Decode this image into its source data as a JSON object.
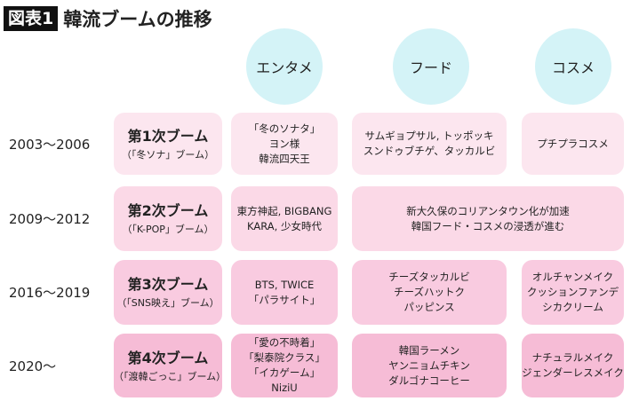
{
  "title": {
    "badge": "図表1",
    "text": "韓流ブームの推移"
  },
  "categories": [
    "エンタメ",
    "フード",
    "コスメ"
  ],
  "rows": [
    {
      "year": "2003〜2006",
      "boom": "第1次ブーム",
      "sub": "（「冬ソナ」ブーム）",
      "entame": [
        "「冬のソナタ」",
        "ヨン様",
        "韓流四天王"
      ],
      "food": [
        "サムギョプサル, トッポッキ",
        "スンドゥブチゲ、タッカルビ"
      ],
      "cosme": [
        "プチプラコスメ"
      ],
      "color": "#fce6ef"
    },
    {
      "year": "2009〜2012",
      "boom": "第2次ブーム",
      "sub": "（「K-POP」ブーム）",
      "entame": [
        "東方神起, BIGBANG",
        "KARA, 少女時代"
      ],
      "merged": [
        "新大久保のコリアンタウン化が加速",
        "韓国フード・コスメの浸透が進む"
      ],
      "color": "#fbd9e7"
    },
    {
      "year": "2016〜2019",
      "boom": "第3次ブーム",
      "sub": "（「SNS映え」ブーム）",
      "entame": [
        "BTS, TWICE",
        "「パラサイト」"
      ],
      "food": [
        "チーズタッカルビ",
        "チーズハットク",
        "パッピンス"
      ],
      "cosme": [
        "オルチャンメイク",
        "クッションファンデ",
        "シカクリーム"
      ],
      "color": "#f9cbe0"
    },
    {
      "year": "2020〜",
      "boom": "第4次ブーム",
      "sub": "（「渡韓ごっこ」ブーム）",
      "entame": [
        "「愛の不時着」",
        "「梨泰院クラス」",
        "「イカゲーム」",
        "NiziU"
      ],
      "food": [
        "韓国ラーメン",
        "ヤンニョムチキン",
        "ダルゴナコーヒー"
      ],
      "cosme": [
        "ナチュラルメイク",
        "ジェンダーレスメイク"
      ],
      "color": "#f6bcd6"
    }
  ]
}
